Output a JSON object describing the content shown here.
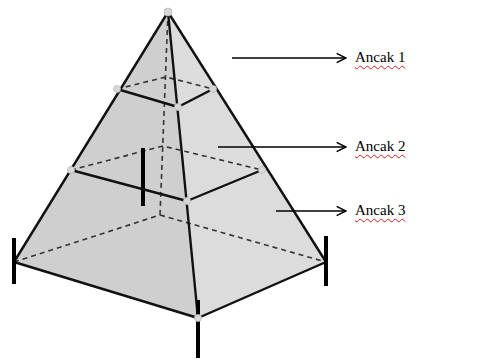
{
  "diagram": {
    "labels": [
      "Ancak 1",
      "Ancak 2",
      "Ancak 3"
    ]
  }
}
